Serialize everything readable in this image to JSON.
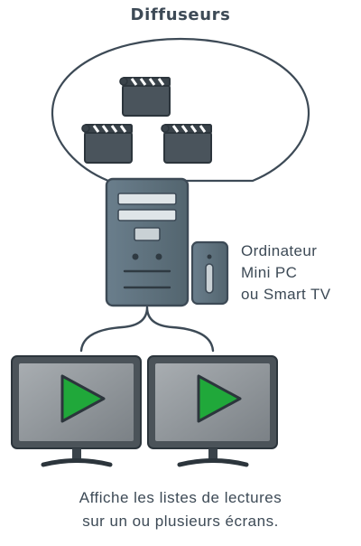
{
  "title": "Diffuseurs",
  "device_label": {
    "line1": "Ordinateur",
    "line2": "Mini PC",
    "line3": "ou Smart TV"
  },
  "caption": {
    "line1": "Affiche les listes de lectures",
    "line2": "sur un ou plusieurs écrans."
  },
  "icons": [
    "clapperboard-icon",
    "desktop-tower-icon",
    "mini-pc-icon",
    "monitor-play-icon"
  ],
  "colors": {
    "outline": "#3d4a56",
    "device_body": "#5b6f7d",
    "clapper_body": "#4a545c",
    "screen": "#8f959a",
    "play": "#20a83a"
  }
}
